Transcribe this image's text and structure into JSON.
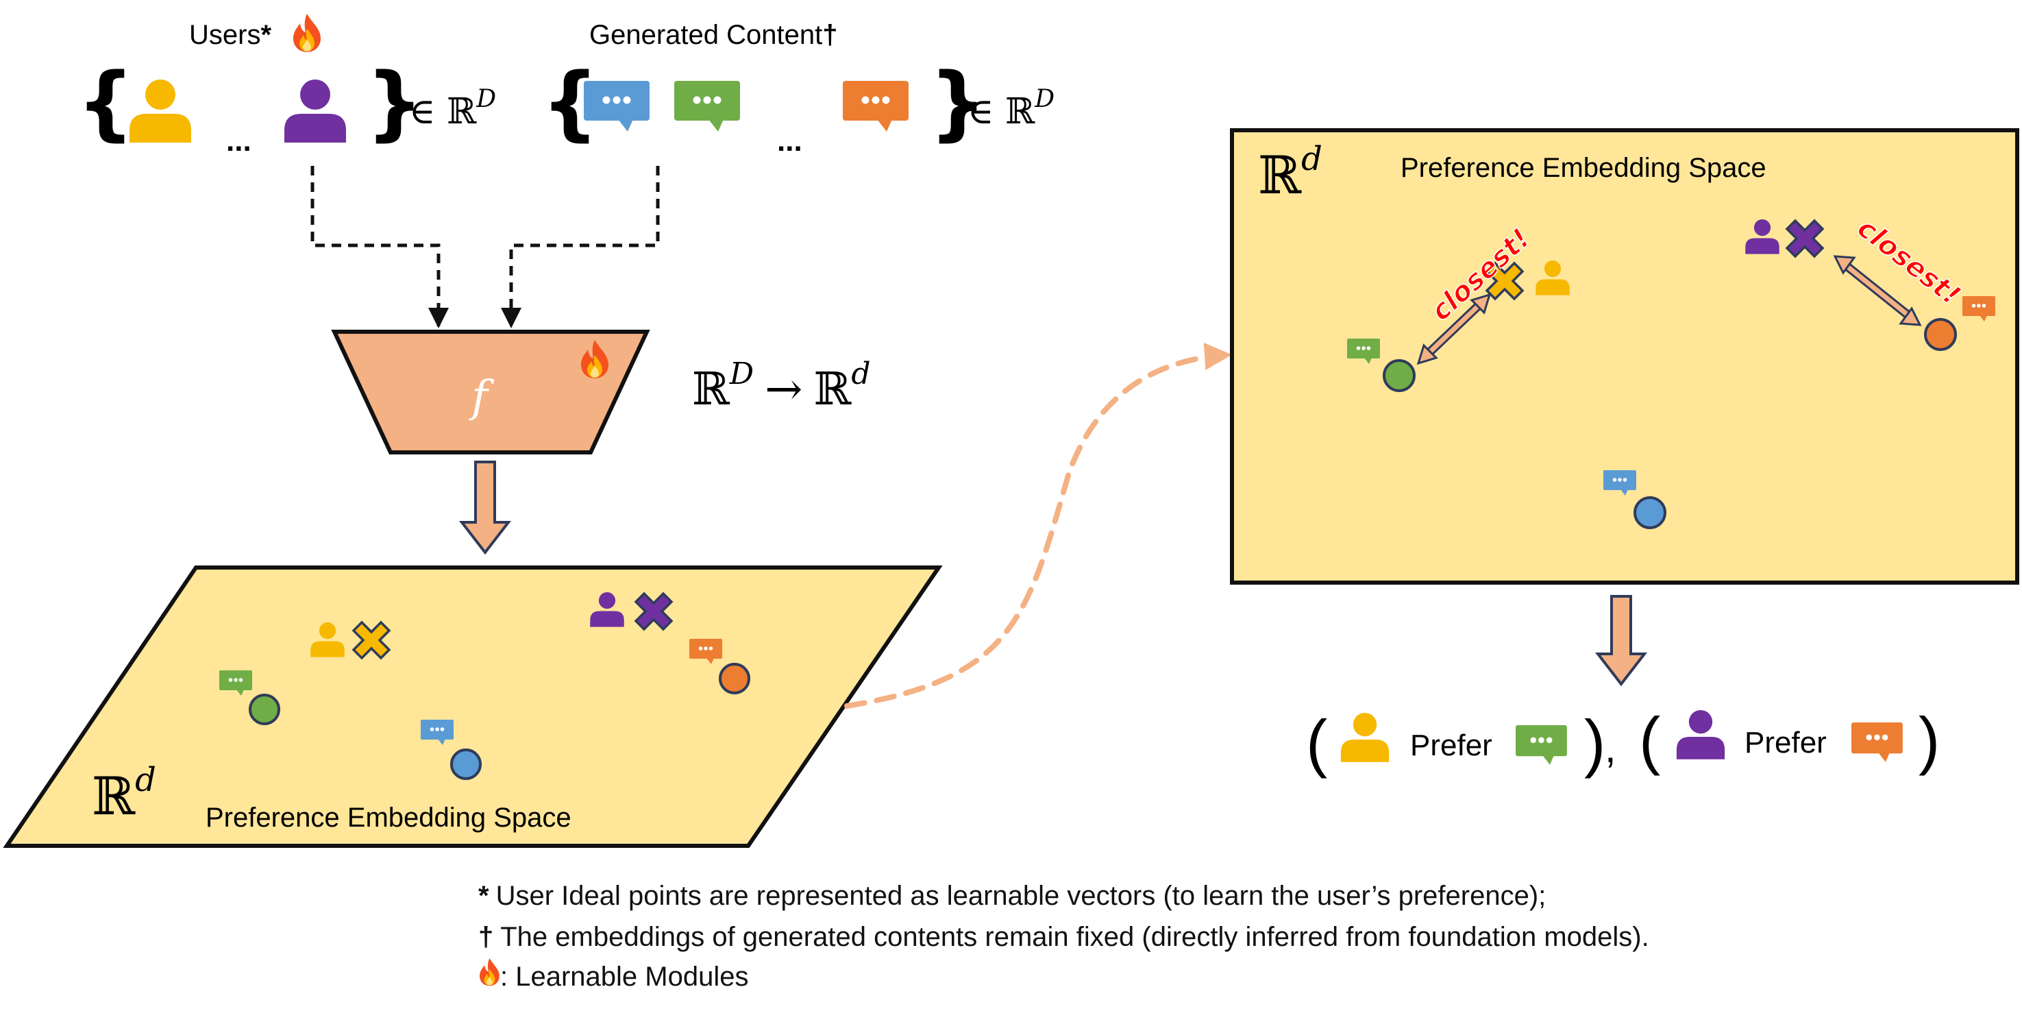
{
  "colors": {
    "user_yellow": "#F7B800",
    "user_purple": "#7030A0",
    "content_blue": "#5B9BD5",
    "content_green": "#70AD47",
    "content_orange": "#ED7D31",
    "space_fill": "#FFE699",
    "network_fill": "#F4B183",
    "flow_arrow": "#F4B183",
    "closest_text": "#FF0000"
  },
  "inputs": {
    "users_label": "Users",
    "users_mark": "*",
    "users_set": "∈ ℝ",
    "users_dim": "D",
    "content_label": "Generated Content",
    "content_mark": "†",
    "content_set": "∈ ℝ",
    "content_dim": "D",
    "ellipsis": "..."
  },
  "network": {
    "function_label": "f",
    "map_from": "ℝ",
    "map_from_dim": "D",
    "map_arrow": "→",
    "map_to": "ℝ",
    "map_to_dim": "d"
  },
  "space_left": {
    "space_symbol": "ℝ",
    "space_dim": "d",
    "title": "Preference Embedding Space"
  },
  "space_right": {
    "space_symbol": "ℝ",
    "space_dim": "d",
    "title": "Preference Embedding Space",
    "closest_label_1": "closest!",
    "closest_label_2": "closest!"
  },
  "result": {
    "prefer_1": "Prefer",
    "prefer_2": "Prefer",
    "separator": ","
  },
  "footnotes": {
    "line_1_mark": "*",
    "line_1": "User Ideal points are represented as learnable vectors (to learn the user’s preference);",
    "line_2_mark": "†",
    "line_2": "The embeddings of generated contents remain fixed (directly inferred from foundation models).",
    "line_3": ": Learnable Modules"
  },
  "icons": [
    "user-icon",
    "chat-bubble-icon",
    "ideal-point-x-icon",
    "embedding-circle-icon",
    "fire-icon",
    "double-arrow-icon"
  ]
}
